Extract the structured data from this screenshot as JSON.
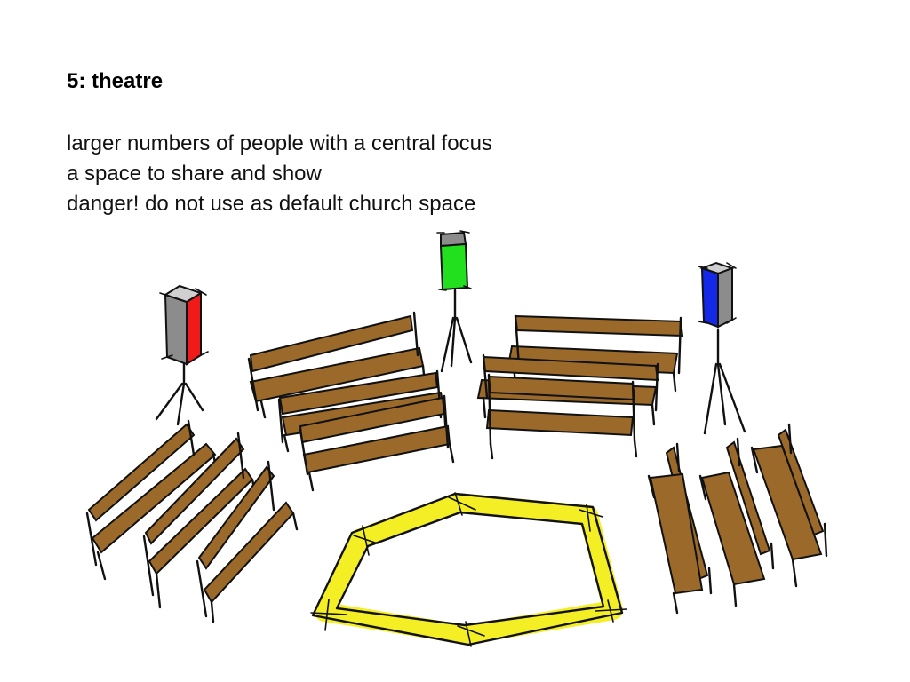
{
  "slide": {
    "title": "5: theatre",
    "lines": [
      "larger numbers of people with a central focus",
      "a space to share and show",
      "danger! do not use as default church space"
    ]
  },
  "illustration": {
    "colors": {
      "bench": "#9b6a2b",
      "stage": "#f4ee24",
      "ink": "#111111",
      "speaker_body": "#8c8c8c",
      "speaker_left_accent": "#f01a1a",
      "speaker_center_accent": "#22e01e",
      "speaker_right_accent": "#1428e8"
    }
  }
}
